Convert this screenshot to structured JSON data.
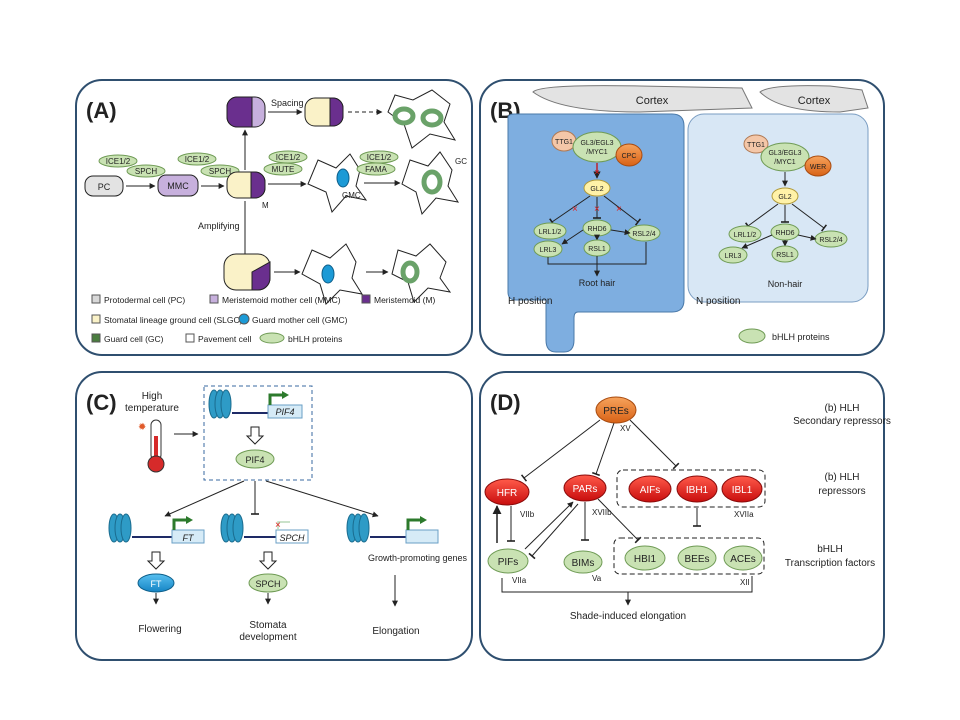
{
  "panels": {
    "a": {
      "label": "(A)",
      "spacing": "Spacing",
      "amplifying": "Amplifying",
      "ice_spch": [
        "ICE1/2",
        "SPCH"
      ],
      "ice_mute": [
        "ICE1/2",
        "MUTE"
      ],
      "ice_fama": [
        "ICE1/2",
        "FAMA"
      ],
      "pc": "PC",
      "mmc": "MMC",
      "m": "M",
      "gmc": "GMC",
      "gc": "GC",
      "legend": [
        "Protodermal cell (PC)",
        "Meristemoid mother cell (MMC)",
        "Meristemoid (M)",
        "Stomatal lineage ground cell (SLGC)",
        "Guard mother cell (GMC)",
        "Guard cell (GC)",
        "Pavement cell",
        "bHLH proteins"
      ]
    },
    "b": {
      "label": "(B)",
      "cortex": "Cortex",
      "ttg1": "TTG1",
      "gl3": [
        "GL3/EGL3",
        "/MYC1"
      ],
      "cpc": "CPC",
      "wer": "WER",
      "gl2": "GL2",
      "lrl12": "LRL1/2",
      "rhd6": "RHD6",
      "rsl24": "RSL2/4",
      "lrl3": "LRL3",
      "rsl1": "RSL1",
      "root_hair": "Root hair",
      "non_hair": "Non-hair",
      "h_position": "H position",
      "n_position": "N position",
      "legend": "bHLH proteins"
    },
    "c": {
      "label": "(C)",
      "high_temp": [
        "High",
        "temperature"
      ],
      "pif4_gene": "PIF4",
      "pif4": "PIF4",
      "ft_gene": "FT",
      "spch_gene": "SPCH",
      "growth_genes": "Growth-promoting genes",
      "ft": "FT",
      "spch": "SPCH",
      "flowering": "Flowering",
      "stomata": [
        "Stomata",
        "development"
      ],
      "elongation": "Elongation"
    },
    "d": {
      "label": "(D)",
      "pres": "PREs",
      "xv": "XV",
      "secondary": [
        "(b) HLH",
        "Secondary repressors"
      ],
      "repressors": [
        "(b) HLH",
        "repressors"
      ],
      "tfs": [
        "bHLH",
        "Transcription factors"
      ],
      "hfr": "HFR",
      "pars": "PARs",
      "aifs": "AIFs",
      "ibh1": "IBH1",
      "ibl1": "IBL1",
      "viib": "VIIb",
      "xviib": "XVIIb",
      "xviia": "XVIIa",
      "pifs": "PIFs",
      "bims": "BIMs",
      "hbi1": "HBI1",
      "bees": "BEEs",
      "aces": "ACEs",
      "viia": "VIIa",
      "va": "Va",
      "xii": "XII",
      "shade": "Shade-induced elongation"
    }
  },
  "colors": {
    "frame": "#2f4f6f",
    "bhlh": "#c9e2b3",
    "bhlh_stroke": "#6f9b55",
    "purple": "#6a2f8e",
    "lilac": "#c7b0dd",
    "cream": "#faf2c8",
    "gmc_blue": "#1c9ad6",
    "gc_green": "#6aa269",
    "h_cell": "#7eaee0",
    "n_cell": "#d8e7f5",
    "red": "#e02020",
    "orange": "#e87a2e"
  }
}
